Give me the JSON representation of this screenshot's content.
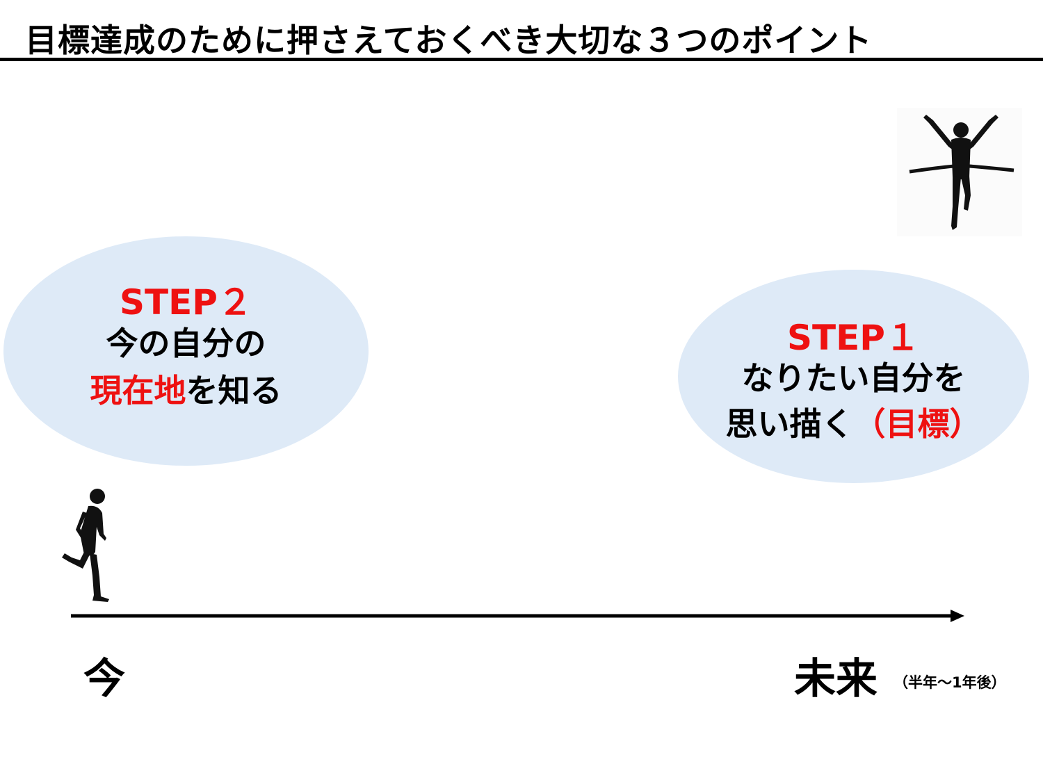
{
  "title": "目標達成のために押さえておくべき大切な３つのポイント",
  "step2": {
    "label": "STEP２",
    "line1": "今の自分の",
    "line2_highlight": "現在地",
    "line2_rest": "を知る"
  },
  "step1": {
    "label": "STEP１",
    "line1": "なりたい自分を",
    "line2_rest": "思い描く",
    "line2_highlight": "（目標）"
  },
  "timeline": {
    "start_label": "今",
    "end_label": "未来",
    "end_note": "（半年～1年後）"
  },
  "colors": {
    "accent_red": "#ee1111",
    "bubble_fill": "#deeaf7",
    "line": "#000000"
  },
  "icons": {
    "start_figure": "runner-silhouette-icon",
    "goal_figure": "finish-line-runner-icon"
  }
}
